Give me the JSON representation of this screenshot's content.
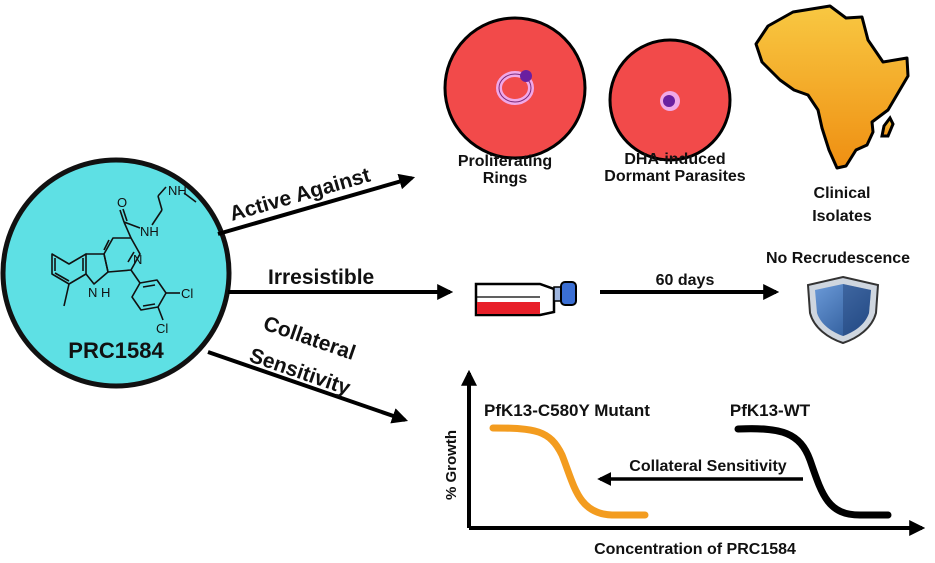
{
  "compound": {
    "name": "PRC1584",
    "atoms": {
      "oxygen": "O",
      "amide_nh": "NH",
      "methyl_nh": "NH",
      "indole_n": "N",
      "indole_h": "H",
      "pyridine_n": "N",
      "cl_top": "Cl",
      "cl_bottom": "Cl"
    }
  },
  "branches": {
    "active": {
      "label": "Active Against"
    },
    "irresistible": {
      "label": "Irresistible"
    },
    "collateral": {
      "line1": "Collateral",
      "line2": "Sensitivity"
    }
  },
  "active_targets": [
    {
      "line1": "Proliferating",
      "line2": "Rings"
    },
    {
      "line1": "DHA-induced",
      "line2": "Dormant Parasites"
    },
    {
      "line1": "Clinical",
      "line2": "Isolates"
    }
  ],
  "irresistible_flow": {
    "duration": "60 days",
    "outcome": "No Recrudescence"
  },
  "graph": {
    "ylabel": "% Growth",
    "xlabel": "Concentration of PRC1584",
    "mutant_label": "PfK13-C580Y Mutant",
    "wt_label": "PfK13-WT",
    "shift_label": "Collateral Sensitivity",
    "mutant_color": "#f39c1f",
    "wt_color": "#000000"
  },
  "colors": {
    "compound_fill": "#5ee0e4",
    "cell_fill": "#f24a4a",
    "africa_fill": "#f4a51c",
    "parasite": "#6a1fa0",
    "ring": "#f0a8e8",
    "shield": "#3b6fb5",
    "flask_cap": "#3b6fd4",
    "medium": "#e8202a"
  }
}
